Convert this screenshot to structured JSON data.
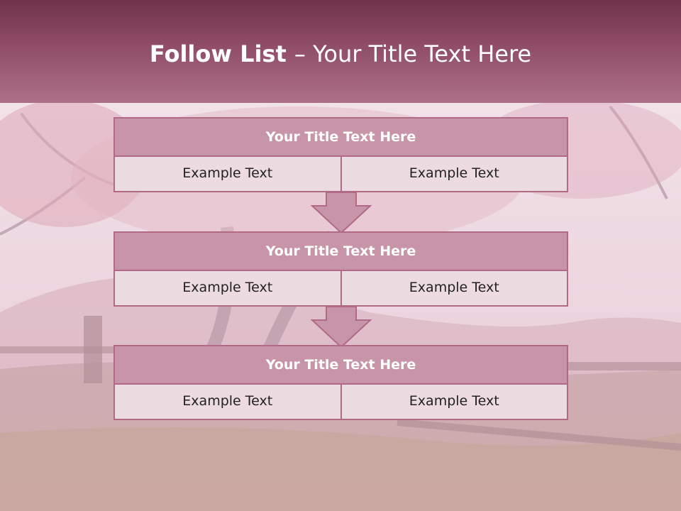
{
  "header": {
    "title_bold": "Follow List ",
    "title_rest": " – Your Title Text Here"
  },
  "blocks": [
    {
      "title": "Your Title Text Here",
      "left": "Example Text",
      "right": "Example Text"
    },
    {
      "title": "Your Title Text Here",
      "left": "Example Text",
      "right": "Example Text"
    },
    {
      "title": "Your Title Text Here",
      "left": "Example Text",
      "right": "Example Text"
    }
  ],
  "colors": {
    "header_dark": "#6e3349",
    "header_light": "#ad7088",
    "block_title_fill": "#c895a8",
    "block_border": "#b06a86",
    "cell_fill": "#ecdbe1"
  }
}
